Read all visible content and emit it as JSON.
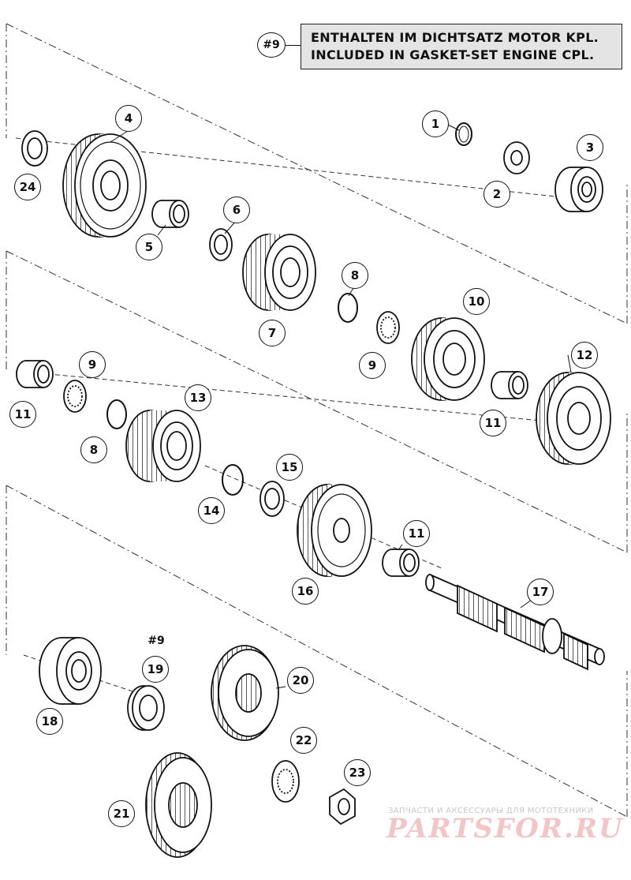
{
  "note": {
    "ref": "#9",
    "line1": "ENTHALTEN IM DICHTSATZ MOTOR KPL.",
    "line2": "INCLUDED IN GASKET-SET ENGINE CPL."
  },
  "callouts": {
    "c1": "1",
    "c2": "2",
    "c3": "3",
    "c4": "4",
    "c5": "5",
    "c6": "6",
    "c7": "7",
    "c8a": "8",
    "c8b": "8",
    "c9a": "9",
    "c9b": "9",
    "c10": "10",
    "c11a": "11",
    "c11b": "11",
    "c11c": "11",
    "c12": "12",
    "c13": "13",
    "c14": "14",
    "c15": "15",
    "c16": "16",
    "c17": "17",
    "c18": "18",
    "c19ref": "#9",
    "c19": "19",
    "c20": "20",
    "c21": "21",
    "c22": "22",
    "c23": "23",
    "c24": "24"
  },
  "watermark": {
    "tagline": "ЗАПЧАСТИ И АКСЕССУАРЫ ДЛЯ МОТОТЕХНИКИ",
    "brand": "PARTSFOR.RU"
  },
  "colors": {
    "line": "#111111",
    "note_bg": "#e4e4e4",
    "watermark_brand": "#f2c6c6",
    "watermark_text": "#c8c8c8"
  }
}
